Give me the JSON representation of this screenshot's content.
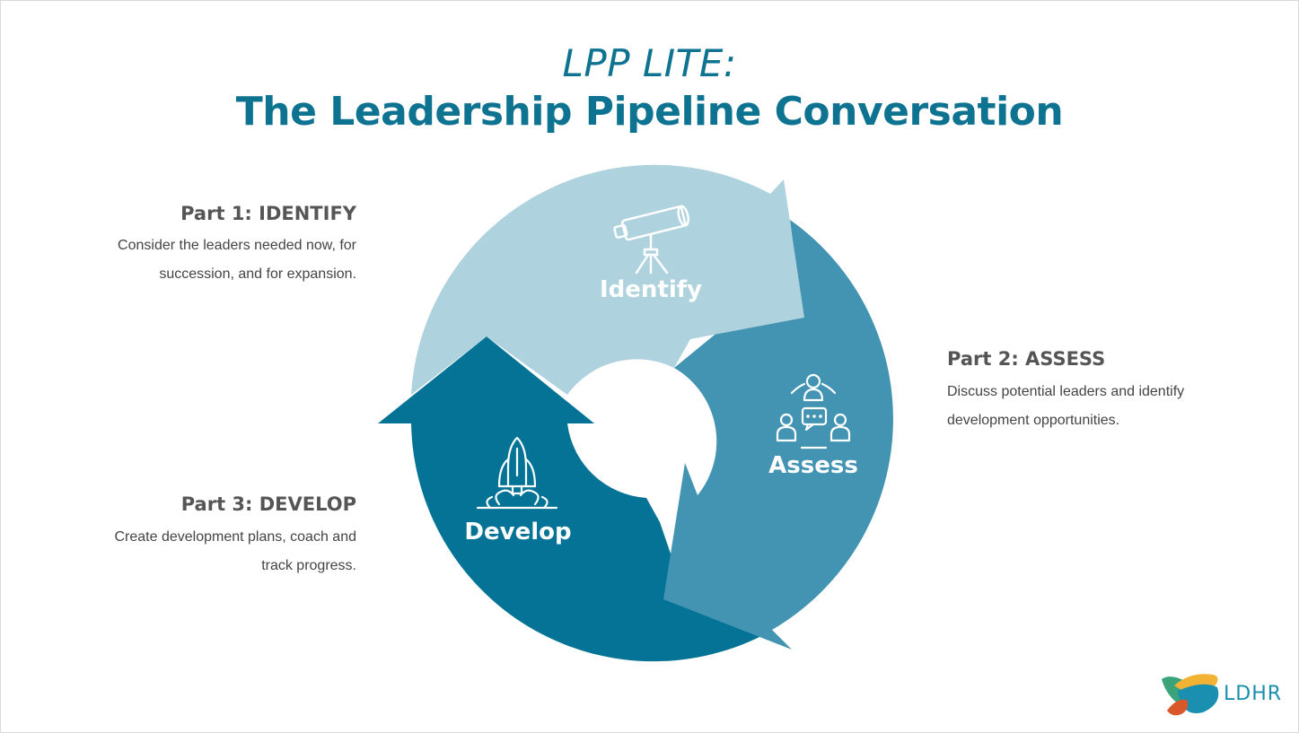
{
  "header": {
    "subtitle": "LPP LITE:",
    "title": "The Leadership Pipeline Conversation"
  },
  "parts": [
    {
      "heading": "Part 1: IDENTIFY",
      "lines": [
        "Consider the leaders needed now, for",
        "succession, and for expansion."
      ]
    },
    {
      "heading": "Part 2: ASSESS",
      "lines": [
        "Discuss potential leaders and identify",
        "development opportunities."
      ]
    },
    {
      "heading": "Part 3: DEVELOP",
      "lines": [
        "Create development plans,  coach and",
        "track progress."
      ]
    }
  ],
  "cycle": {
    "stages": [
      {
        "label": "Identify",
        "icon": "telescope-icon",
        "color": "#aed2de"
      },
      {
        "label": "Assess",
        "icon": "team-discussion-icon",
        "color": "#4294b2"
      },
      {
        "label": "Develop",
        "icon": "rocket-icon",
        "color": "#047396"
      }
    ]
  },
  "logo": {
    "text": "LDHR"
  },
  "colors": {
    "title": "#0e7391",
    "heading": "#555555",
    "body": "#444444"
  }
}
